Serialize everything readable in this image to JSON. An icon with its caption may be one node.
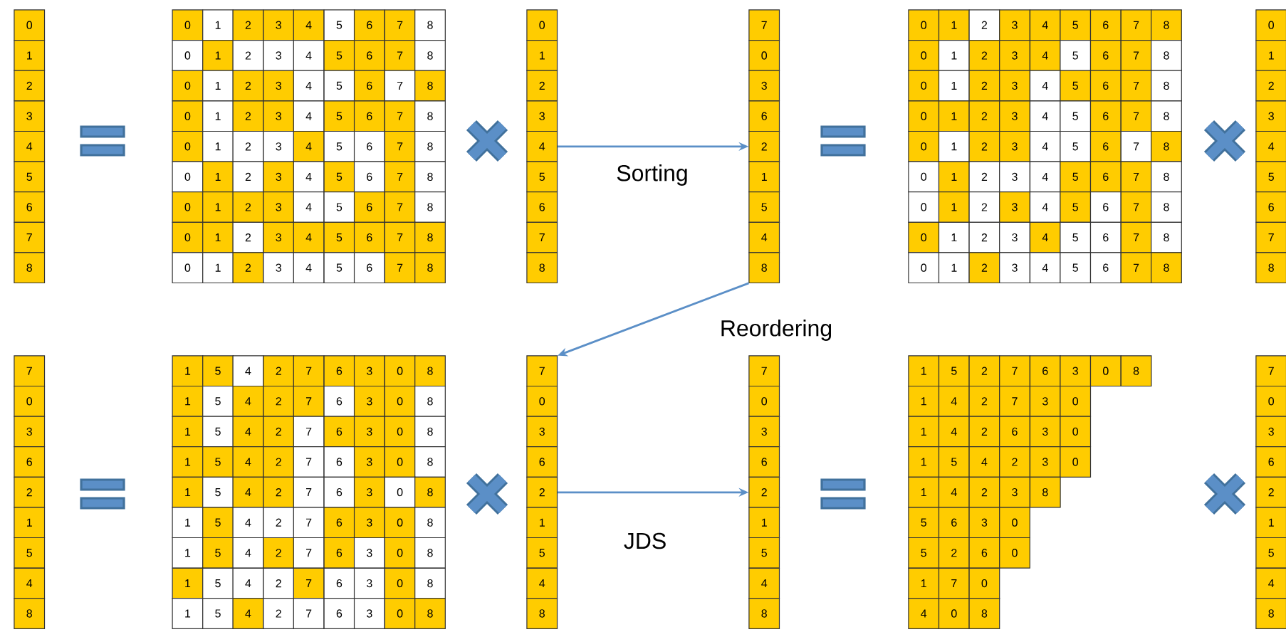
{
  "diagram": {
    "nodes": [
      {
        "text": [
          "0",
          "1",
          "2",
          "3",
          "4",
          "5",
          "6",
          "7",
          "8"
        ]
      },
      {
        "text": [
          "0",
          "1",
          "2",
          "3",
          "4",
          "5",
          "6",
          "7",
          "8",
          "0",
          "1",
          "2",
          "3",
          "4",
          "5",
          "6",
          "7",
          "8",
          "0",
          "1",
          "2",
          "3",
          "4",
          "5",
          "6",
          "7",
          "8",
          "0",
          "1",
          "2",
          "3",
          "4",
          "5",
          "6",
          "7",
          "8",
          "0",
          "1",
          "2",
          "3",
          "4",
          "5",
          "6",
          "7",
          "8",
          "0",
          "1",
          "2",
          "3",
          "4",
          "5",
          "6",
          "7",
          "8",
          "0",
          "1",
          "2",
          "3",
          "4",
          "5",
          "6",
          "7",
          "8",
          "0",
          "1",
          "2",
          "3",
          "4",
          "5",
          "6",
          "7",
          "8",
          "0",
          "1",
          "2",
          "3",
          "4",
          "5",
          "6",
          "7",
          "8"
        ]
      },
      {
        "text": [
          "0",
          "1",
          "2",
          "3",
          "4",
          "5",
          "6",
          "7",
          "8"
        ]
      },
      {
        "text": [
          "7",
          "0",
          "3",
          "6",
          "2",
          "1",
          "5",
          "4",
          "8"
        ]
      },
      {
        "text": [
          "0",
          "1",
          "2",
          "3",
          "4",
          "5",
          "6",
          "7",
          "8",
          "0",
          "1",
          "2",
          "3",
          "4",
          "5",
          "6",
          "7",
          "8",
          "0",
          "1",
          "2",
          "3",
          "4",
          "5",
          "6",
          "7",
          "8",
          "0",
          "1",
          "2",
          "3",
          "4",
          "5",
          "6",
          "7",
          "8",
          "0",
          "1",
          "2",
          "3",
          "4",
          "5",
          "6",
          "7",
          "8",
          "0",
          "1",
          "2",
          "3",
          "4",
          "5",
          "6",
          "7",
          "8",
          "0",
          "1",
          "2",
          "3",
          "4",
          "5",
          "6",
          "7",
          "8",
          "0",
          "1",
          "2",
          "3",
          "4",
          "5",
          "6",
          "7",
          "8",
          "0",
          "1",
          "2",
          "3",
          "4",
          "5",
          "6",
          "7",
          "8"
        ]
      },
      {
        "text": [
          "0",
          "1",
          "2",
          "3",
          "4",
          "5",
          "6",
          "7",
          "8"
        ]
      },
      {
        "text": [
          "7",
          "0",
          "3",
          "6",
          "2",
          "1",
          "5",
          "4",
          "8"
        ]
      },
      {
        "text": [
          "1",
          "5",
          "4",
          "2",
          "7",
          "6",
          "3",
          "0",
          "8",
          "1",
          "5",
          "4",
          "2",
          "7",
          "6",
          "3",
          "0",
          "8",
          "1",
          "5",
          "4",
          "2",
          "7",
          "6",
          "3",
          "0",
          "8",
          "1",
          "5",
          "4",
          "2",
          "7",
          "6",
          "3",
          "0",
          "8",
          "1",
          "5",
          "4",
          "2",
          "7",
          "6",
          "3",
          "0",
          "8",
          "1",
          "5",
          "4",
          "2",
          "7",
          "6",
          "3",
          "0",
          "8",
          "1",
          "5",
          "4",
          "2",
          "7",
          "6",
          "3",
          "0",
          "8",
          "1",
          "5",
          "4",
          "2",
          "7",
          "6",
          "3",
          "0",
          "8",
          "1",
          "5",
          "4",
          "2",
          "7",
          "6",
          "3",
          "0",
          "8"
        ]
      },
      {
        "text": [
          "7",
          "0",
          "3",
          "6",
          "2",
          "1",
          "5",
          "4",
          "8"
        ]
      },
      {
        "text": [
          "7",
          "0",
          "3",
          "6",
          "2",
          "1",
          "5",
          "4",
          "8"
        ]
      },
      {
        "text": [
          "1",
          "5",
          "2",
          "7",
          "6",
          "3",
          "0",
          "8",
          "1",
          "4",
          "2",
          "7",
          "3",
          "0",
          "1",
          "4",
          "2",
          "6",
          "3",
          "0",
          "1",
          "5",
          "4",
          "2",
          "3",
          "0",
          "1",
          "4",
          "2",
          "3",
          "8",
          "5",
          "6",
          "3",
          "0",
          "5",
          "2",
          "6",
          "0",
          "1",
          "7",
          "0",
          "4",
          "0",
          "8"
        ]
      },
      {
        "text": [
          "7",
          "0",
          "3",
          "6",
          "2",
          "1",
          "5",
          "4",
          "8"
        ]
      }
    ],
    "edges": [
      {
        "from": 2,
        "to": 3,
        "arrow": "to",
        "label": "Sorting"
      },
      {
        "from": 3,
        "to": 8,
        "arrow": "to",
        "label": "Reordering"
      },
      {
        "from": 8,
        "to": 9,
        "arrow": "to",
        "label": "JDS"
      }
    ]
  }
}
